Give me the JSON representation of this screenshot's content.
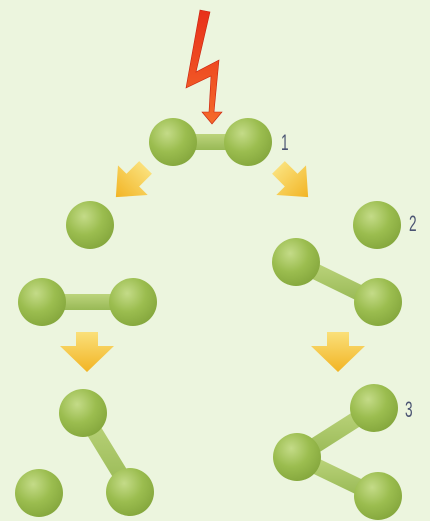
{
  "step_labels": {
    "step1": "1",
    "step2": "2",
    "step3": "3"
  },
  "colors": {
    "background": "#ecf5de",
    "atom": "#9bbd4f",
    "bond": "#a7c763",
    "arrow": "#f6c637",
    "lightning": "#f03a1c"
  },
  "icons": {
    "energy": "lightning-bolt-icon",
    "direction": "down-arrow-icon"
  }
}
